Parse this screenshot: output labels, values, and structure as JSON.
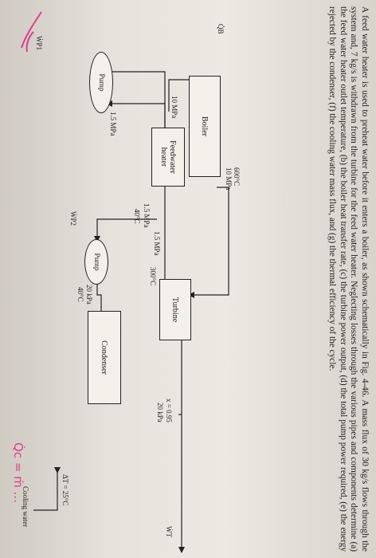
{
  "problem_text": "A feed water heater is used to preheat water before it enters a boiler, as shown schematically in Fig. 4-46. A mass flux of 30 kg/s flows through the system and, 7 kg/s is withdrawn from the turbine for the feed water heater. Neglecting losses through the various pipes and components determine (a) the feed water heater outlet temperature, (b) the boiler heat transfer rate, (c) the turbine power output, (d) the total pump power required, (e) the energy rejected by the condenser, (f) the cooling water mass flux, and (g) the thermal efficiency of the cycle.",
  "diagram": {
    "components": {
      "boiler": "Boiler",
      "turbine": "Turbine",
      "feedwater_heater": [
        "Feedwater",
        "heater"
      ],
      "pump_hp": "Pump",
      "pump_lp": "Pump",
      "condenser": "Condenser"
    },
    "labels": {
      "q_b": "Q̇B",
      "w_p1": "ẆP1",
      "w_p2": "ẆP2",
      "w_t": "ẆT",
      "boiler_inlet_p": "10 MPa",
      "turbine_inlet_t": "600°C",
      "turbine_inlet_p": "10 MPa",
      "extraction_p": "1.5 MPa",
      "extraction_t": "300°C",
      "hp_pump_inlet_p": "1.5 MPa",
      "fwh_drain_p": "1.5 MPa",
      "fwh_drain_t": "40°C",
      "cond_out_p": "20 kPa",
      "cond_out_t": "40°C",
      "turbine_exit_x": "x = 0.95",
      "turbine_exit_p": "20 kPa",
      "cooling_dt": "ΔT = 25°C",
      "cooling_water": "Cooling water"
    },
    "handwriting": "Q̇c = ṁ ..."
  },
  "colors": {
    "ink": "#1e1e1e",
    "pen": "#e03c8a"
  }
}
